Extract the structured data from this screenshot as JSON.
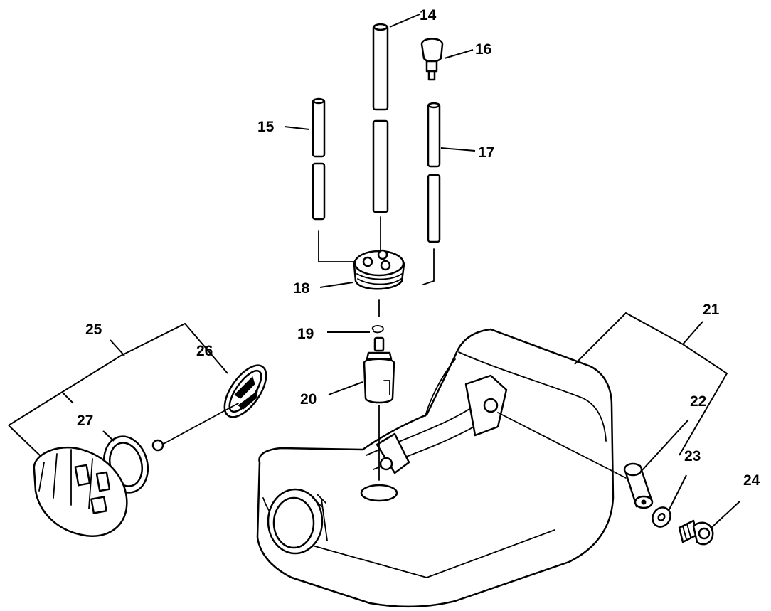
{
  "diagram": {
    "callouts": [
      {
        "id": "14",
        "label": "14"
      },
      {
        "id": "15",
        "label": "15"
      },
      {
        "id": "16",
        "label": "16"
      },
      {
        "id": "17",
        "label": "17"
      },
      {
        "id": "18",
        "label": "18"
      },
      {
        "id": "19",
        "label": "19"
      },
      {
        "id": "20",
        "label": "20"
      },
      {
        "id": "21",
        "label": "21"
      },
      {
        "id": "22",
        "label": "22"
      },
      {
        "id": "23",
        "label": "23"
      },
      {
        "id": "24",
        "label": "24"
      },
      {
        "id": "25",
        "label": "25"
      },
      {
        "id": "26",
        "label": "26"
      },
      {
        "id": "27",
        "label": "27"
      }
    ]
  }
}
